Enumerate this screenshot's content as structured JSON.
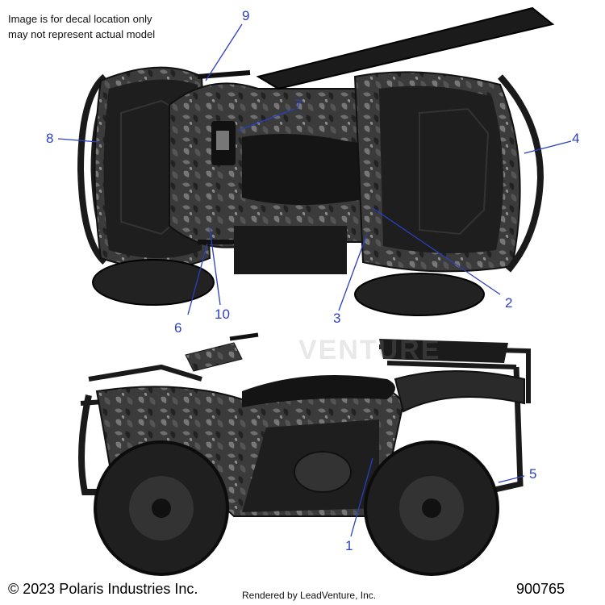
{
  "note": {
    "line1": "Image is for decal location only",
    "line2": "may not represent actual model"
  },
  "callouts": [
    "1",
    "2",
    "3",
    "4",
    "5",
    "6",
    "7",
    "8",
    "9",
    "10"
  ],
  "footer": {
    "copyright": "© 2023 Polaris Industries Inc.",
    "rendered_by": "Rendered by LeadVenture, Inc.",
    "part_number": "900765"
  },
  "watermark": "VENTURE",
  "colors": {
    "callout": "#2a3fc2",
    "vehicle_dark": "#1c1c1c",
    "camo": "#4a4a4a"
  }
}
